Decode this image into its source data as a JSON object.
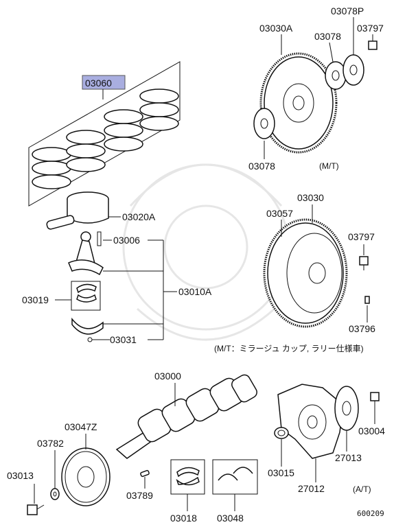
{
  "labels": {
    "p03060": "03060",
    "p03020A": "03020A",
    "p03006": "03006",
    "p03010A": "03010A",
    "p03019": "03019",
    "p03031": "03031",
    "p03030A": "03030A",
    "p03078_top": "03078",
    "p03078P": "03078P",
    "p03797_top": "03797",
    "p03078_bottom": "03078",
    "mt_note": "(M/T)",
    "p03030": "03030",
    "p03057": "03057",
    "p03797_mid": "03797",
    "p03796": "03796",
    "mt_rally_note": "(M/T：ミラージュ カップ, ラリー仕様車)",
    "p03000": "03000",
    "p03047Z": "03047Z",
    "p03782": "03782",
    "p03013": "03013",
    "p03789": "03789",
    "p03018": "03018",
    "p03048": "03048",
    "p03015": "03015",
    "p27012": "27012",
    "p27013": "27013",
    "p03004": "03004",
    "at_note": "(A/T)",
    "diagram_code": "600209"
  },
  "colors": {
    "highlight_box": "#a9aee0",
    "line": "#111111",
    "watermark": "#e6e6e6"
  }
}
